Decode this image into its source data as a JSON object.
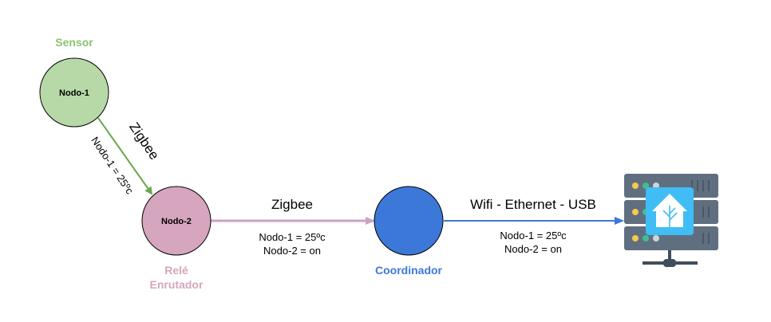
{
  "nodes": {
    "sensor": {
      "role": "Sensor",
      "label": "Nodo-1",
      "fill": "#b7d9a8",
      "role_color": "#8cc26e"
    },
    "router": {
      "role_line1": "Relé",
      "role_line2": "Enrutador",
      "label": "Nodo-2",
      "fill": "#d5a6bd",
      "role_color": "#d5a6bd"
    },
    "coordinator": {
      "role": "Coordinador",
      "fill": "#3c78d8",
      "role_color": "#3c78d8"
    },
    "server": {
      "icon": "home-assistant-server-icon"
    }
  },
  "links": {
    "sensor_to_router": {
      "protocol": "Zigbee",
      "payload": "Nodo-1 = 25ºc",
      "color": "#6aa84f"
    },
    "router_to_coordinator": {
      "protocol": "Zigbee",
      "payload_line1": "Nodo-1 = 25ºc",
      "payload_line2": "Nodo-2 = on",
      "color": "#c9a2c6"
    },
    "coordinator_to_server": {
      "protocol": "Wifi - Ethernet - USB",
      "payload_line1": "Nodo-1 = 25ºc",
      "payload_line2": "Nodo-2 = on",
      "color": "#3c78d8"
    }
  }
}
